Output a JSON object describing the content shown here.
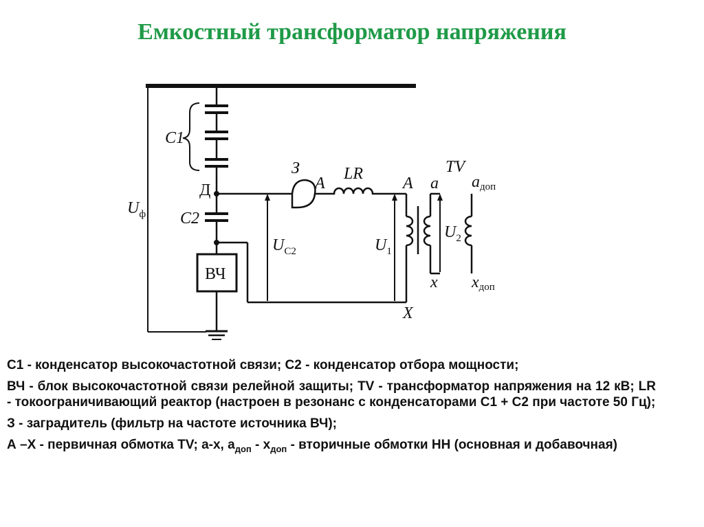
{
  "title": "Емкостный трансформатор напряжения",
  "diagram": {
    "labels": {
      "c1": "C1",
      "c2": "C2",
      "node_d": "Д",
      "vch": "ВЧ",
      "u_phase": "U",
      "u_phase_sub": "ф",
      "u_c2": "U",
      "u_c2_sub": "C2",
      "u1": "U",
      "u1_sub": "1",
      "u2": "U",
      "u2_sub": "2",
      "z": "З",
      "lr": "LR",
      "tv": "TV",
      "a_after_z": "A",
      "a_primary": "A",
      "a_secondary": "a",
      "a_dop": "a",
      "a_dop_sub": "доп",
      "x_primary": "X",
      "x_secondary": "x",
      "x_dop": "x",
      "x_dop_sub": "доп"
    }
  },
  "legend": {
    "line1": "С1 - конденсатор высокочастотной связи; С2 - конденсатор отбора мощности;",
    "line2": "ВЧ - блок высокочастотной связи релейной защиты; TV - трансформатор напряжения на 12 кВ; LR - токоограничивающий реактор (настроен в резонанс с конденсаторами С1 + С2 при частоте 50 Гц);",
    "line3": "З - заградитель (фильтр на частоте источника ВЧ);",
    "line4_a": "А –Х - первичная обмотка TV;  а-х, а",
    "line4_sub1": "доп",
    "line4_b": " - х",
    "line4_sub2": "доп",
    "line4_c": " - вторичные обмотки НН (основная и добавочная)"
  }
}
